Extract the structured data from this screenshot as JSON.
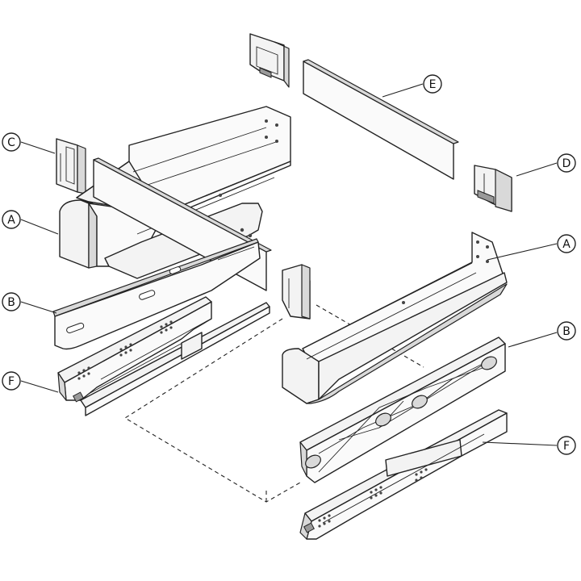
{
  "callouts": {
    "c_left": "C",
    "a_left": "A",
    "b_left": "B",
    "f_left": "F",
    "e_top": "E",
    "d_right": "D",
    "a_right": "A",
    "b_right": "B",
    "f_right": "F"
  },
  "colors": {
    "line": "#222222",
    "part_fill": "#f3f3f3",
    "shade_fill": "#d9d9d9",
    "background": "#ffffff"
  }
}
